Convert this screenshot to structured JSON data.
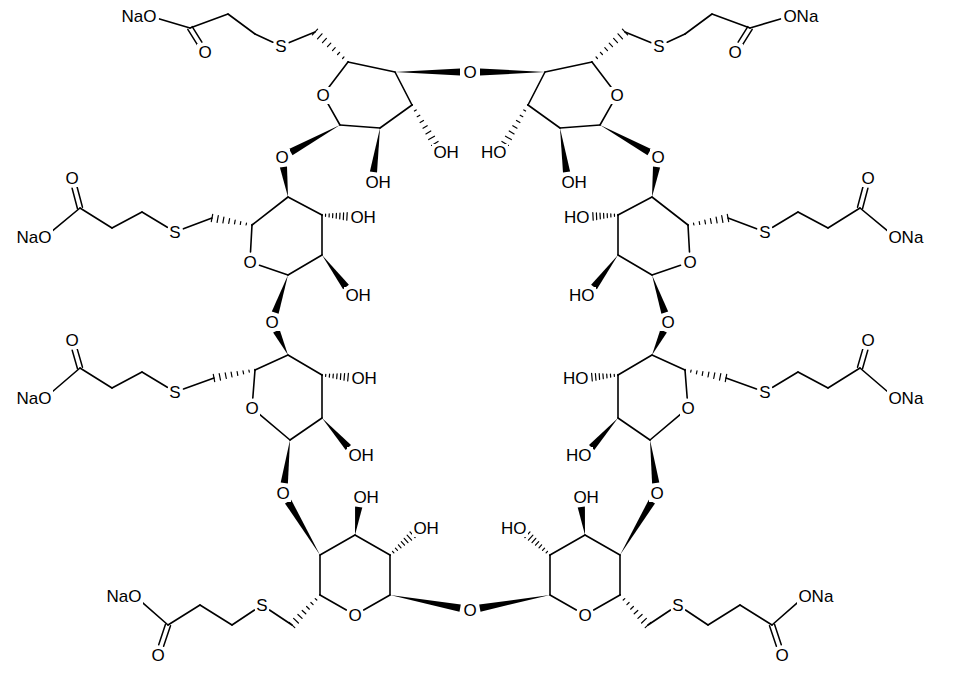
{
  "diagram": {
    "labels": [
      "NaO",
      "O",
      "S",
      "O",
      "OH",
      "OH",
      "NaO",
      "O",
      "S",
      "O",
      "OH",
      "OH",
      "NaO",
      "O",
      "S",
      "O",
      "OH",
      "OH",
      "NaO",
      "O",
      "S",
      "O",
      "OH",
      "OH",
      "ONa",
      "O",
      "S",
      "O",
      "HO",
      "OH",
      "ONa",
      "O",
      "S",
      "O",
      "HO",
      "HO",
      "ONa",
      "O",
      "S",
      "O",
      "HO",
      "HO",
      "ONa",
      "O",
      "S",
      "O",
      "OH",
      "HO",
      "O",
      "O",
      "O",
      "O",
      "O",
      "O",
      "O",
      "O"
    ]
  }
}
